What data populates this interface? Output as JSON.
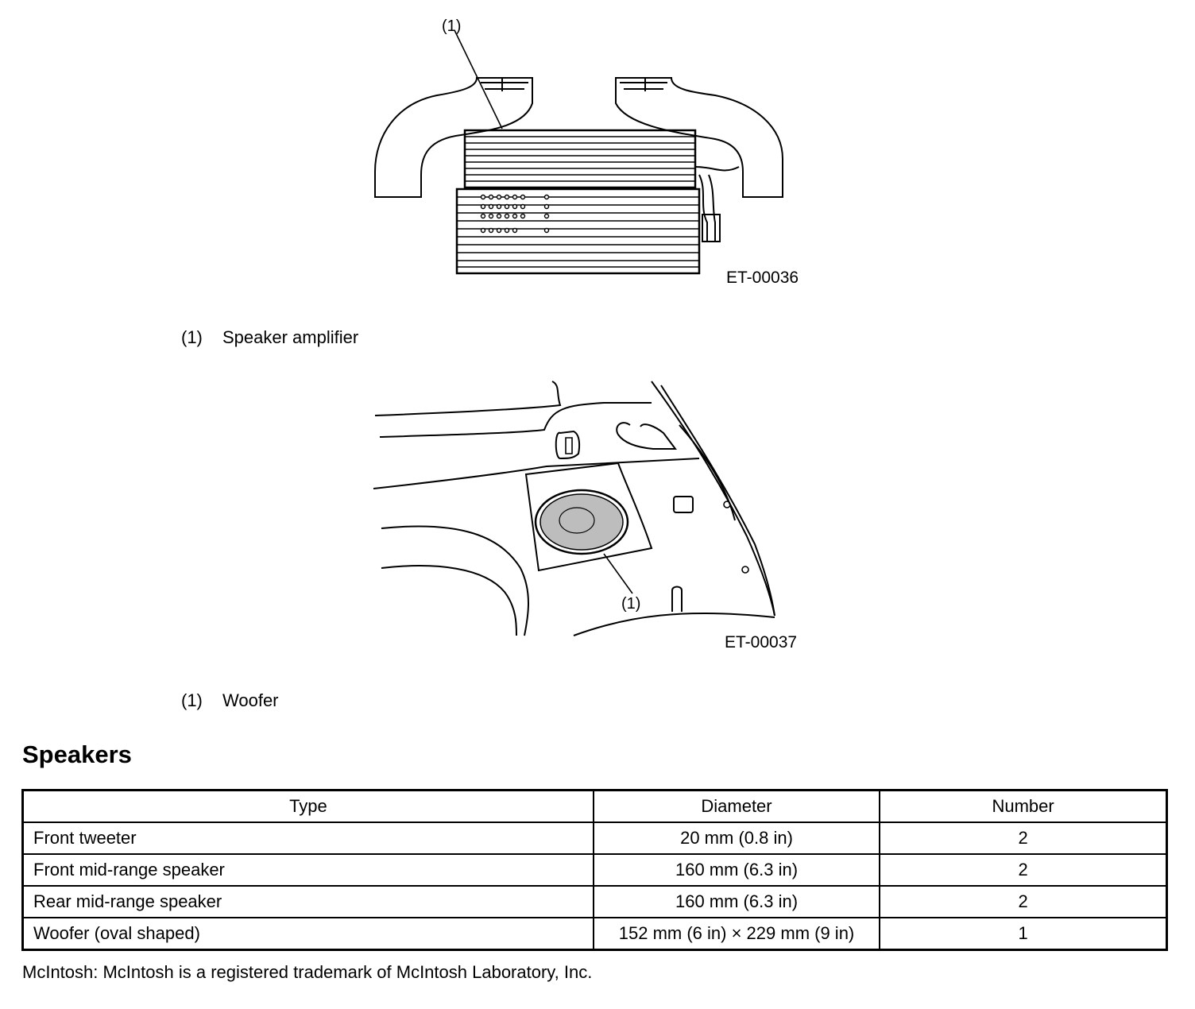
{
  "figure1": {
    "callout": "(1)",
    "code": "ET-00036",
    "caption": {
      "num": "(1)",
      "text": "Speaker amplifier"
    }
  },
  "figure2": {
    "callout": "(1)",
    "code": "ET-00037",
    "caption": {
      "num": "(1)",
      "text": "Woofer"
    }
  },
  "section": {
    "title": "Speakers"
  },
  "table": {
    "headers": [
      "Type",
      "Diameter",
      "Number"
    ],
    "rows": [
      [
        "Front tweeter",
        "20 mm (0.8 in)",
        "2"
      ],
      [
        "Front mid-range speaker",
        "160 mm (6.3 in)",
        "2"
      ],
      [
        "Rear mid-range speaker",
        "160 mm (6.3 in)",
        "2"
      ],
      [
        "Woofer (oval shaped)",
        "152 mm (6 in) × 229 mm (9 in)",
        "1"
      ]
    ]
  },
  "footnote": "McIntosh: McIntosh is a registered trademark of McIntosh Laboratory, Inc."
}
